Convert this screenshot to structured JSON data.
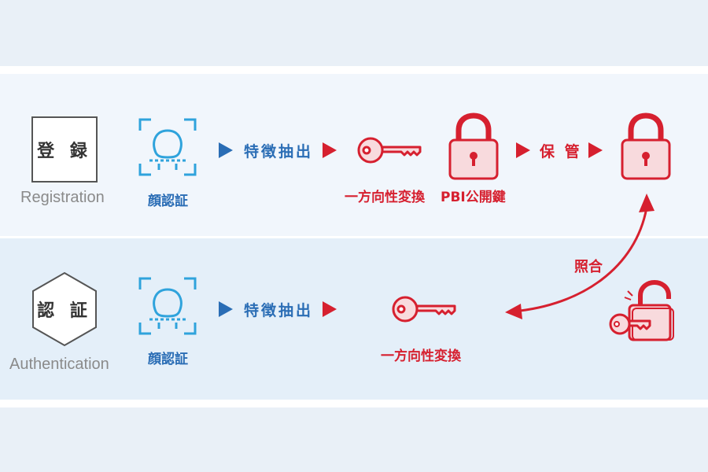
{
  "registration": {
    "box_label": "登 録",
    "en_label": "Registration",
    "face_label": "顔認証",
    "extract_label": "特徴抽出",
    "oneway_label": "一方向性変換",
    "pbi_label": "PBI公開鍵",
    "store_label": "保 管"
  },
  "authentication": {
    "box_label": "認 証",
    "en_label": "Authentication",
    "face_label": "顔認証",
    "extract_label": "特徴抽出",
    "oneway_label": "一方向性変換"
  },
  "match_label": "照合",
  "colors": {
    "blue": "#2a6db5",
    "face_blue": "#2fa3dc",
    "red": "#d6202f",
    "lock_fill": "#f8dadd"
  },
  "icons": [
    "face-scan-icon",
    "arrow-right-icon",
    "key-icon",
    "padlock-icon",
    "unlocked-padlock-icon"
  ]
}
